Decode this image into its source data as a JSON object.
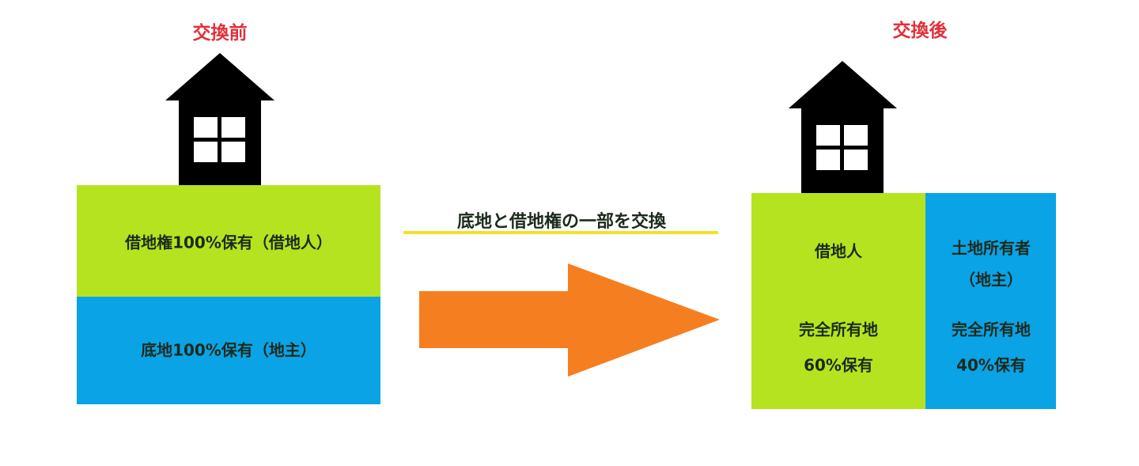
{
  "before": {
    "title": "交換前",
    "leasehold_label": "借地権100%保有（借地人）",
    "land_label": "底地100%保有（地主）"
  },
  "exchange": {
    "label": "底地と借地権の一部を交換"
  },
  "after": {
    "title": "交換後",
    "tenant": {
      "name": "借地人",
      "type": "完全所有地",
      "share": "60%保有"
    },
    "owner": {
      "name": "土地所有者",
      "alias": "（地主）",
      "type": "完全所有地",
      "share": "40%保有"
    }
  },
  "colors": {
    "title": "#e0303a",
    "leasehold": "#b5e31f",
    "land": "#0aa3e5",
    "arrow": "#f57f20",
    "underline": "#f5e02a"
  }
}
